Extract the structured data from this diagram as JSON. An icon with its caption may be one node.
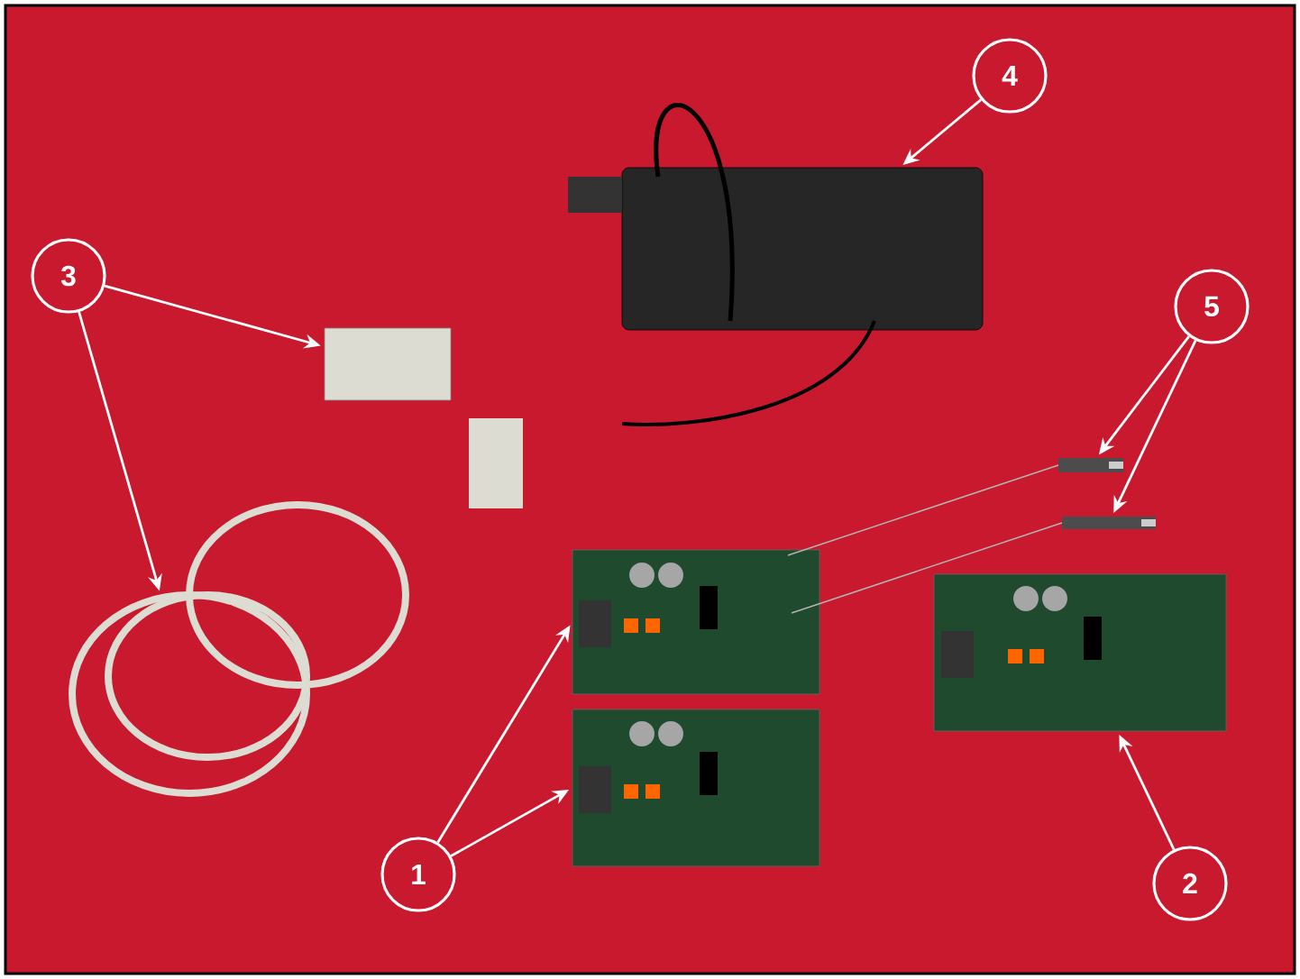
{
  "diagram": {
    "nodes": [
      {
        "text": [
          "1"
        ]
      },
      {
        "text": [
          "2"
        ]
      },
      {
        "text": [
          "3"
        ]
      },
      {
        "text": [
          "4"
        ]
      },
      {
        "text": [
          "5"
        ]
      },
      {
        "text": [],
        "shape": "picture"
      },
      {
        "text": [],
        "shape": "picture"
      },
      {
        "text": [],
        "shape": "picture"
      },
      {
        "text": [],
        "shape": "picture"
      },
      {
        "text": [],
        "shape": "picture"
      },
      {
        "text": [],
        "shape": "picture"
      },
      {
        "text": [],
        "shape": "picture"
      },
      {
        "text": [],
        "shape": "picture"
      }
    ],
    "edges": [
      {
        "from": 0,
        "to": 5,
        "arrow": "to"
      },
      {
        "from": 0,
        "to": 6,
        "arrow": "to"
      },
      {
        "from": 1,
        "to": 7,
        "arrow": "to"
      },
      {
        "from": 2,
        "to": 8,
        "arrow": "to"
      },
      {
        "from": 2,
        "to": 9,
        "arrow": "to"
      },
      {
        "from": 3,
        "to": 10,
        "arrow": "to"
      },
      {
        "from": 4,
        "to": 11,
        "arrow": "to"
      },
      {
        "from": 4,
        "to": 12,
        "arrow": "to"
      }
    ]
  }
}
